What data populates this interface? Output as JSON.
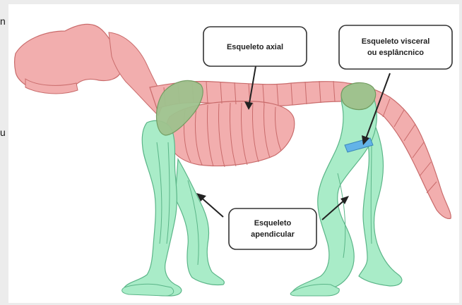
{
  "side_texts": [
    "n",
    "u"
  ],
  "labels": {
    "axial": "Esqueleto axial",
    "visceral_line1": "Esqueleto visceral",
    "visceral_line2": "ou esplâncnico",
    "apendicular_line1": "Esqueleto",
    "apendicular_line2": "apendicular"
  },
  "colors": {
    "axial": "#f2aeae",
    "axial_stroke": "#c96b6b",
    "appendicular": "#a9ecc8",
    "appendicular_stroke": "#5bb588",
    "girdle": "#9fc28e",
    "visceral": "#63b3e8"
  }
}
